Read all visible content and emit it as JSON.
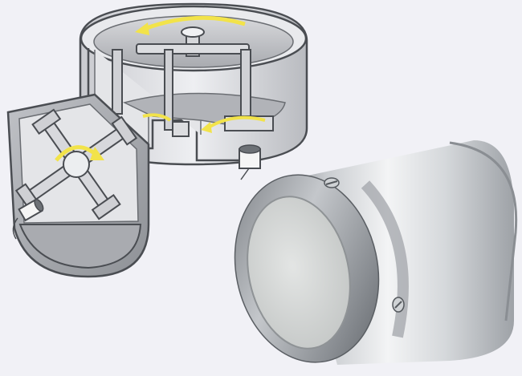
{
  "scene": {
    "description_free": true,
    "components": [
      {
        "name": "upper-cutaway-illustration",
        "arrow_color": "#f2e34a"
      },
      {
        "name": "left-cutaway-illustration",
        "arrow_color": "#f2e34a"
      },
      {
        "name": "steel-sensor-housing",
        "face_color": "#d9dcdc"
      }
    ],
    "colors": {
      "background": "#f1f1f6",
      "metal_light": "#e6e8ea",
      "metal_mid": "#b7bbc0",
      "metal_dark": "#6d7176",
      "outline": "#4a4d52",
      "accent_arrow": "#f2e34a"
    }
  }
}
